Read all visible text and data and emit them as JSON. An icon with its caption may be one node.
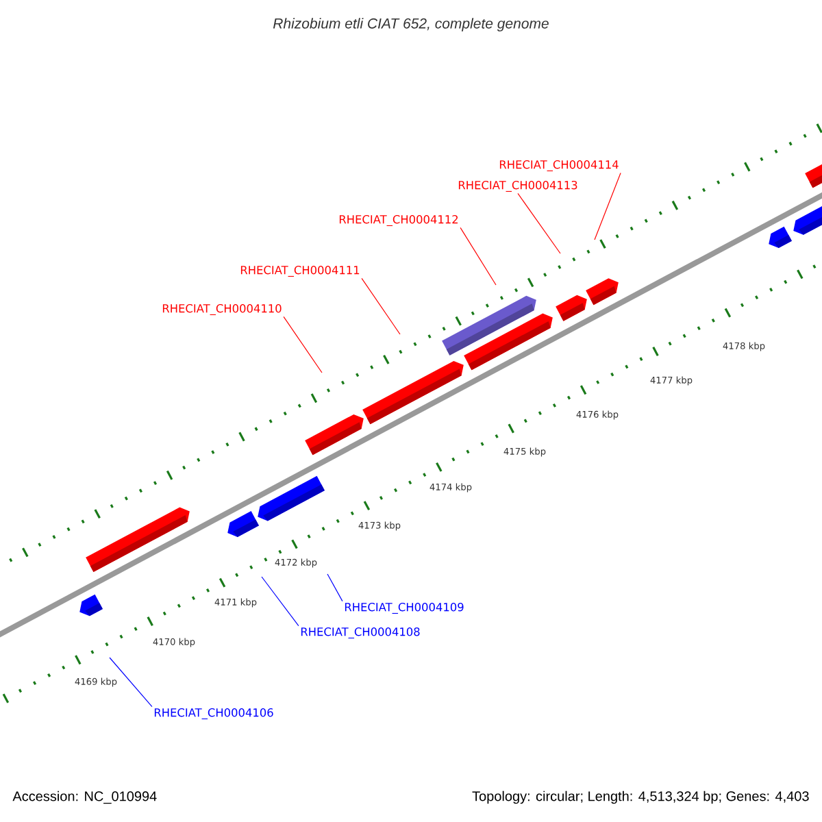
{
  "diagram": {
    "title": "Rhizobium etli CIAT 652, complete genome",
    "nodes": [
      {
        "text": [
          "RHECIAT_CH0004114"
        ]
      },
      {
        "text": [
          "RHECIAT_CH0004113"
        ]
      },
      {
        "text": [
          "RHECIAT_CH0004112"
        ]
      },
      {
        "text": [
          "RHECIAT_CH0004111"
        ]
      },
      {
        "text": [
          "RHECIAT_CH0004110"
        ]
      },
      {
        "text": [
          "RHECIAT_CH0004109"
        ]
      },
      {
        "text": [
          "RHECIAT_CH0004108"
        ]
      },
      {
        "text": [
          "RHECIAT_CH0004106"
        ]
      }
    ],
    "edges": [
      {
        "from": 0,
        "to": null,
        "arrow": "none"
      },
      {
        "from": 1,
        "to": null,
        "arrow": "none"
      },
      {
        "from": 2,
        "to": null,
        "arrow": "none"
      },
      {
        "from": 3,
        "to": null,
        "arrow": "none"
      },
      {
        "from": 4,
        "to": null,
        "arrow": "none"
      },
      {
        "from": 5,
        "to": null,
        "arrow": "none",
        "color": "#0000ff"
      },
      {
        "from": 6,
        "to": null,
        "arrow": "none",
        "color": "#0000ff"
      },
      {
        "from": 7,
        "to": null,
        "arrow": "none",
        "color": "#0000ff"
      }
    ],
    "labels": [
      "4178 kbp",
      "4177 kbp",
      "4176 kbp",
      "4175 kbp",
      "4174 kbp",
      "4173 kbp",
      "4172 kbp",
      "4171 kbp",
      "4170 kbp",
      "4169 kbp",
      "Accession: NC_010994",
      "Topology: circular; Length: 4,513,324 bp; Genes: 4,403"
    ]
  }
}
